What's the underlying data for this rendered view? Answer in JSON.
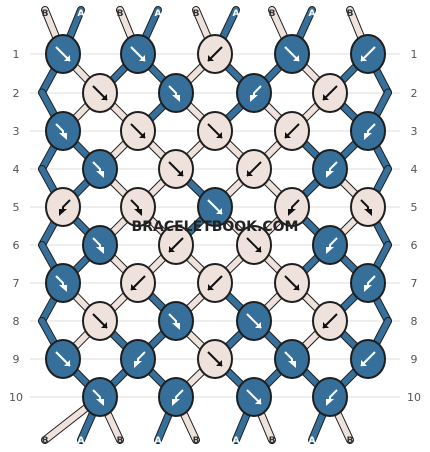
{
  "colors": {
    "A": "#36709a",
    "B": "#efe2dd",
    "outline": "#1e1e1e",
    "arrow_on_A": "#ffffff",
    "arrow_on_B": "#111111"
  },
  "watermark": "BRACELETBOOK.COM",
  "row_labels": [
    "1",
    "2",
    "3",
    "4",
    "5",
    "6",
    "7",
    "8",
    "9",
    "10"
  ],
  "top_strands": [
    "B",
    "A",
    "B",
    "A",
    "B",
    "A",
    "B",
    "A",
    "B"
  ],
  "bottom_strands": [
    "B",
    "A",
    "B",
    "A",
    "B",
    "A",
    "B",
    "A",
    "B"
  ],
  "knot_rows": [
    [
      {
        "c": "A",
        "d": "se"
      },
      {
        "c": "A",
        "d": "se"
      },
      {
        "c": "B",
        "d": "sw"
      },
      {
        "c": "A",
        "d": "se"
      },
      {
        "c": "A",
        "d": "sw"
      }
    ],
    [
      {
        "c": "B",
        "d": "se"
      },
      {
        "c": "A",
        "d": "fse"
      },
      {
        "c": "A",
        "d": "fsw"
      },
      {
        "c": "B",
        "d": "sw"
      }
    ],
    [
      {
        "c": "A",
        "d": "fse"
      },
      {
        "c": "B",
        "d": "se"
      },
      {
        "c": "B",
        "d": "se"
      },
      {
        "c": "B",
        "d": "sw"
      },
      {
        "c": "A",
        "d": "fsw"
      }
    ],
    [
      {
        "c": "A",
        "d": "fse"
      },
      {
        "c": "B",
        "d": "se"
      },
      {
        "c": "B",
        "d": "sw"
      },
      {
        "c": "A",
        "d": "fsw"
      }
    ],
    [
      {
        "c": "B",
        "d": "fsw"
      },
      {
        "c": "B",
        "d": "fse"
      },
      {
        "c": "A",
        "d": "se"
      },
      {
        "c": "B",
        "d": "fsw"
      },
      {
        "c": "B",
        "d": "fse"
      }
    ],
    [
      {
        "c": "A",
        "d": "fse"
      },
      {
        "c": "B",
        "d": "sw"
      },
      {
        "c": "B",
        "d": "se"
      },
      {
        "c": "A",
        "d": "fsw"
      }
    ],
    [
      {
        "c": "A",
        "d": "fse"
      },
      {
        "c": "B",
        "d": "sw"
      },
      {
        "c": "B",
        "d": "sw"
      },
      {
        "c": "B",
        "d": "se"
      },
      {
        "c": "A",
        "d": "fsw"
      }
    ],
    [
      {
        "c": "B",
        "d": "se"
      },
      {
        "c": "A",
        "d": "fse"
      },
      {
        "c": "A",
        "d": "se"
      },
      {
        "c": "B",
        "d": "sw"
      }
    ],
    [
      {
        "c": "A",
        "d": "se"
      },
      {
        "c": "A",
        "d": "fsw"
      },
      {
        "c": "B",
        "d": "se"
      },
      {
        "c": "A",
        "d": "fse"
      },
      {
        "c": "A",
        "d": "sw"
      }
    ],
    [
      {
        "c": "A",
        "d": "fse"
      },
      {
        "c": "A",
        "d": "fsw"
      },
      {
        "c": "A",
        "d": "se"
      },
      {
        "c": "A",
        "d": "fsw"
      }
    ]
  ]
}
